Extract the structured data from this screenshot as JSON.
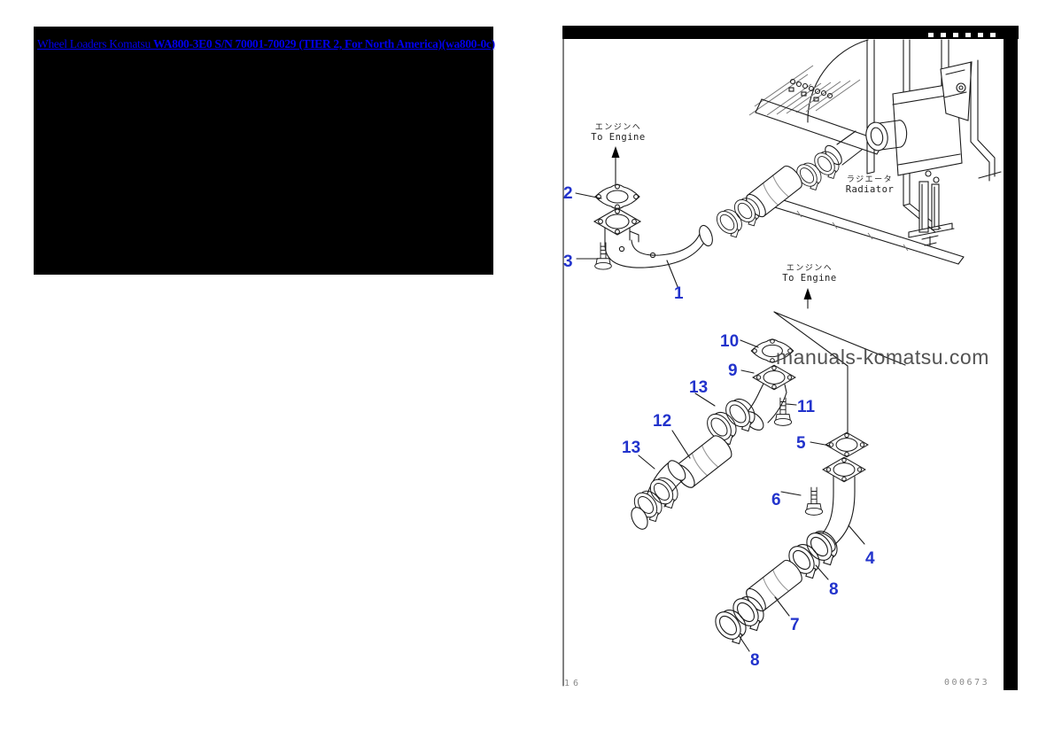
{
  "theme": {
    "link": "#0000ee",
    "callout": "#2233cc",
    "panel": "#000000",
    "line": "#1b1b1b",
    "watermark": "#454545",
    "muted": "#8a8a8a"
  },
  "header": {
    "link_prefix": "Wheel Loaders Komatsu ",
    "link_model": "WA800-3E0 S/N 70001-70029 (TIER 2, For North America)(wa800-0c)"
  },
  "diagram": {
    "labels": {
      "to_engine_jp": "エンジンヘ",
      "to_engine_en": "To Engine",
      "radiator_jp": "ラジエータ",
      "radiator_en": "Radiator"
    },
    "watermark": "manuals-komatsu.com",
    "footer": {
      "page_number": "16",
      "drawing_number": "000673"
    },
    "callouts": [
      {
        "n": "2"
      },
      {
        "n": "3"
      },
      {
        "n": "1"
      },
      {
        "n": "10"
      },
      {
        "n": "9"
      },
      {
        "n": "13"
      },
      {
        "n": "11"
      },
      {
        "n": "12"
      },
      {
        "n": "5"
      },
      {
        "n": "13"
      },
      {
        "n": "6"
      },
      {
        "n": "4"
      },
      {
        "n": "8"
      },
      {
        "n": "7"
      },
      {
        "n": "8"
      }
    ]
  }
}
